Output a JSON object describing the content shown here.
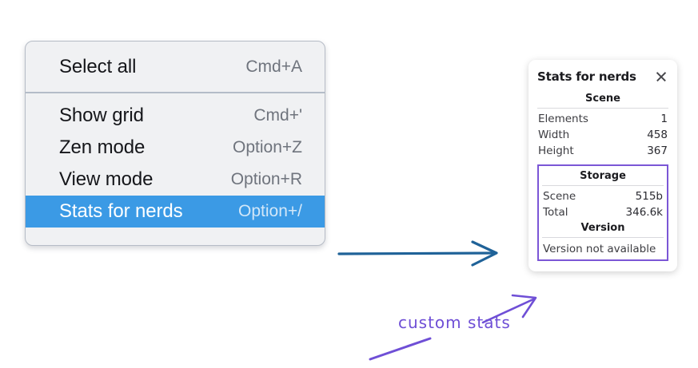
{
  "context_menu": {
    "name": "context-menu",
    "sections": [
      {
        "items": [
          {
            "label": "Select all",
            "shortcut": "Cmd+A",
            "highlighted": false,
            "name": "menu-item-select-all"
          }
        ]
      },
      {
        "items": [
          {
            "label": "Show grid",
            "shortcut": "Cmd+'",
            "highlighted": false,
            "name": "menu-item-show-grid"
          },
          {
            "label": "Zen mode",
            "shortcut": "Option+Z",
            "highlighted": false,
            "name": "menu-item-zen-mode"
          },
          {
            "label": "View mode",
            "shortcut": "Option+R",
            "highlighted": false,
            "name": "menu-item-view-mode"
          },
          {
            "label": "Stats for nerds",
            "shortcut": "Option+/",
            "highlighted": true,
            "name": "menu-item-stats-for-nerds"
          }
        ]
      }
    ]
  },
  "stats_panel": {
    "title": "Stats for nerds",
    "close_icon": "close-icon",
    "scene": {
      "heading": "Scene",
      "rows": [
        {
          "label": "Elements",
          "value": "1"
        },
        {
          "label": "Width",
          "value": "458"
        },
        {
          "label": "Height",
          "value": "367"
        }
      ]
    },
    "storage": {
      "heading": "Storage",
      "rows": [
        {
          "label": "Scene",
          "value": "515b"
        },
        {
          "label": "Total",
          "value": "346.6k"
        }
      ]
    },
    "version": {
      "heading": "Version",
      "note": "Version not available"
    }
  },
  "annotations": {
    "label": "custom stats",
    "arrow_blue_color": "#1f6298",
    "arrow_purple_color": "#6f4fd6",
    "highlight_box_color": "#7b56d6"
  },
  "colors": {
    "menu_background": "#f0f1f3",
    "menu_border": "#b6bcc6",
    "highlight_blue": "#3b9ae5",
    "shortcut_gray": "#6f747d",
    "panel_white": "#ffffff",
    "purple": "#7b56d6",
    "blue_arrow": "#1f6298"
  }
}
